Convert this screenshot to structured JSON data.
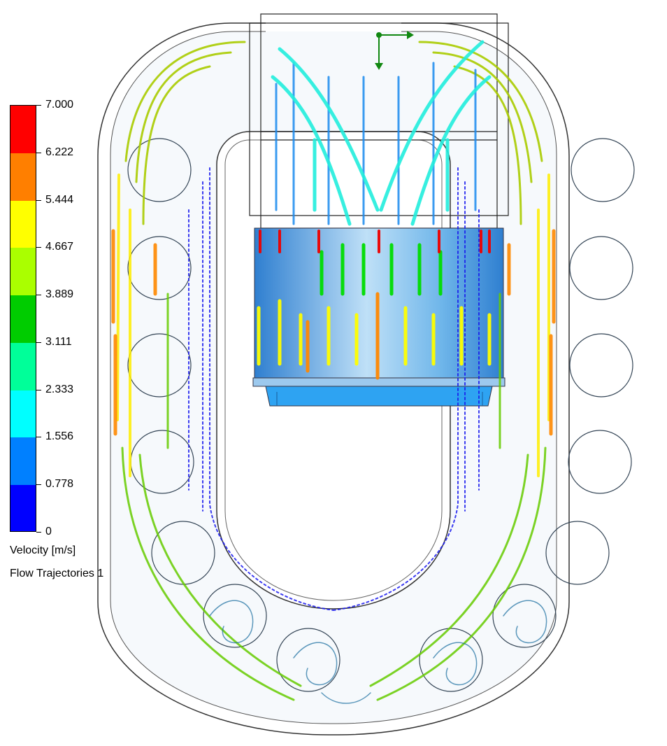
{
  "legend": {
    "title": "Velocity [m/s]",
    "subtitle": "Flow Trajectories 1",
    "ticks": [
      "7.000",
      "6.222",
      "5.444",
      "4.667",
      "3.889",
      "3.111",
      "2.333",
      "1.556",
      "0.778",
      "0"
    ],
    "colors": [
      "#ff0000",
      "#ff7f00",
      "#ffff00",
      "#aaff00",
      "#00cc00",
      "#00ff99",
      "#00ffff",
      "#0080ff",
      "#0000ff"
    ]
  }
}
